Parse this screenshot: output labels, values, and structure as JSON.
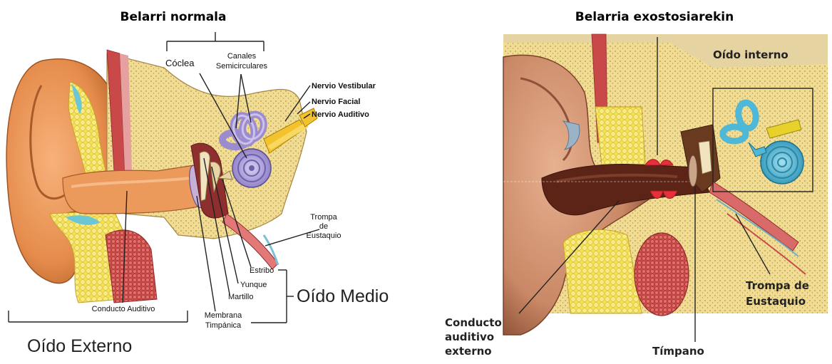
{
  "left_panel": {
    "title": "Belarri normala",
    "labels": {
      "coclea": "Cóclea",
      "canales_1": "Canales",
      "canales_2": "Semicirculares",
      "nervio_vestibular": "Nervio Vestibular",
      "nervio_facial": "Nervio Facial",
      "nervio_auditivo": "Nervio Auditivo",
      "trompa_1": "Trompa",
      "trompa_2": "de",
      "trompa_3": "Eustaquio",
      "estribo": "Estribo",
      "yunque": "Yunque",
      "martillo": "Martillo",
      "conducto": "Conducto Auditivo",
      "membrana_1": "Membrana",
      "membrana_2": "Timpánica",
      "oido_medio": "Oído Medio",
      "oido_externo": "Oído Externo"
    }
  },
  "right_panel": {
    "title": "Belarria exostosiarekin",
    "labels": {
      "oido_interno": "Oído interno",
      "trompa_1": "Trompa de",
      "trompa_2": "Eustaquio",
      "conducto_1": "Conducto",
      "conducto_2": "auditivo",
      "conducto_3": "externo",
      "timpano": "Tímpano"
    }
  },
  "colors": {
    "skin": "#e8955a",
    "skin_dark": "#b8642c",
    "bone": "#efd98a",
    "fat": "#f4e04a",
    "cochlea_left": "#a79ad6",
    "cochlea_right": "#4fb8d6",
    "muscle": "#c94848",
    "exostosis": "#e8303a"
  }
}
